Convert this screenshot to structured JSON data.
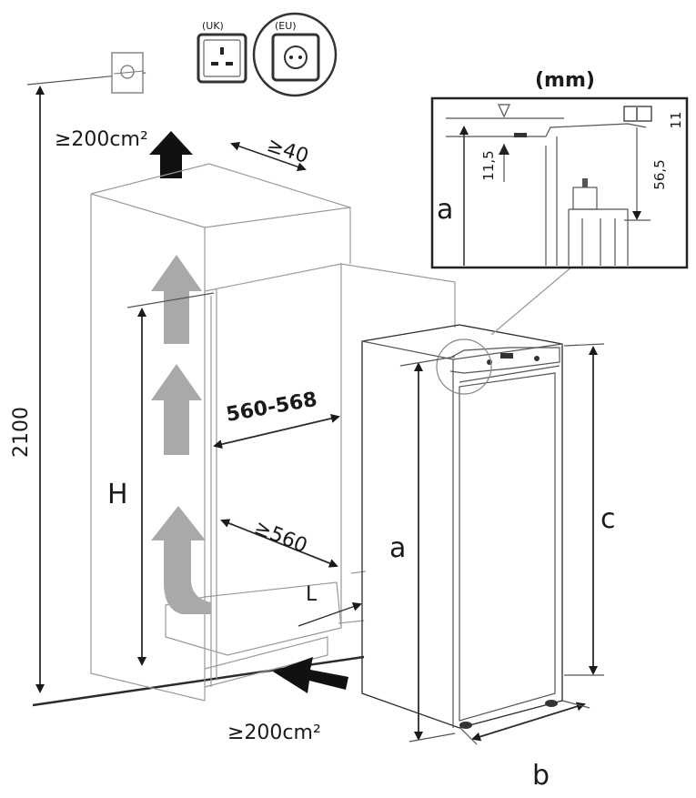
{
  "units_label": "(mm)",
  "socket_labels": {
    "uk": "(UK)",
    "eu": "(EU)"
  },
  "dimensions": {
    "total_height": "2100",
    "vent_top": "≥200cm²",
    "vent_bottom": "≥200cm²",
    "rear_gap": "≥40",
    "niche_width": "560-568",
    "niche_depth": "≥560",
    "h_label": "H",
    "l_label": "L",
    "a_label": "a",
    "b_label": "b",
    "c_label": "c",
    "detail_a_label": "a",
    "detail_115": "11,5",
    "detail_565": "56,5",
    "detail_11": "11"
  },
  "colors": {
    "airflow_arrow": "#a9a9a9",
    "vent_arrow": "#111111",
    "line": "#2b2b2b"
  },
  "icons": [
    "plug-socket-icon",
    "uk-socket-icon",
    "eu-socket-icon",
    "airflow-arrow-icon",
    "vent-arrow-icon",
    "detail-magnifier-icon"
  ]
}
